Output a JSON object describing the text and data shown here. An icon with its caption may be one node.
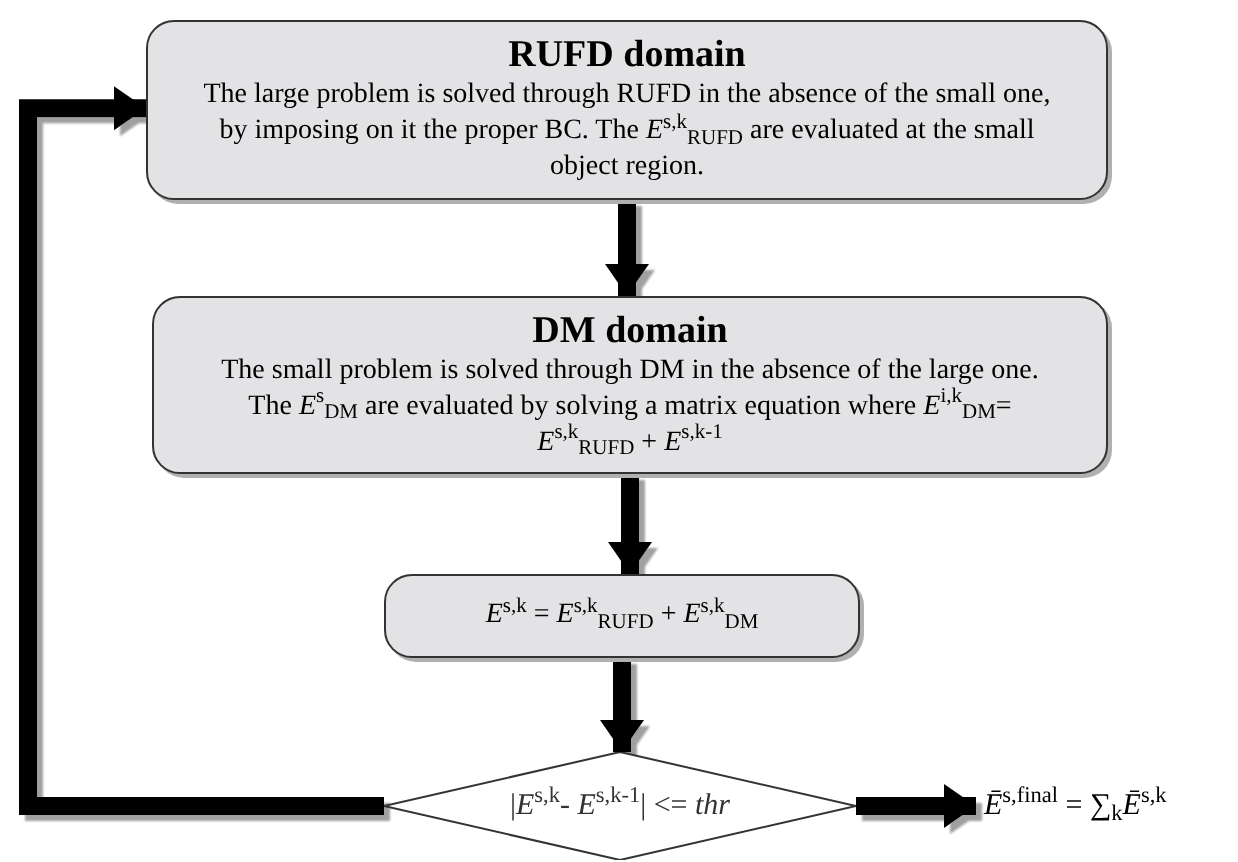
{
  "diagram": {
    "nodes": [
      {
        "text": [
          "RUFD domain",
          "The large problem is solved through RUFD in the absence of the small one, by imposing on it the proper BC. The *E*$^{s,k}$$_{RUFD}$ are evaluated at the small object region."
        ]
      },
      {
        "text": [
          "DM domain",
          "The small problem is solved through DM in the absence of the large one. The *E*$^{s}$$_{DM}$ are evaluated by solving a matrix equation where *E*$^{i,k}$$_{DM}$= *E*$^{s,k}$$_{RUFD}$ + *E*$^{s,k-1}$"
        ]
      },
      {
        "text": [
          "*E*$^{s,k}$ = *E*$^{s,k}$$_{RUFD}$ + *E*$^{s,k}$$_{DM}$"
        ]
      },
      {
        "text": [
          "|*E*$^{s,k}$- *E*$^{s,k-1}$| <= *thr*"
        ]
      },
      {
        "text": [
          "*Ē*$^{s,final}$ = ∑$_{k}$*Ē*$^{s,k}$"
        ]
      }
    ],
    "edges": [
      {
        "from": 0,
        "to": 1,
        "arrow": "to"
      },
      {
        "from": 1,
        "to": 2,
        "arrow": "to"
      },
      {
        "from": 2,
        "to": 3,
        "arrow": "to"
      },
      {
        "from": 3,
        "to": 4,
        "arrow": "to"
      },
      {
        "from": 3,
        "to": 0,
        "arrow": "to"
      }
    ]
  }
}
